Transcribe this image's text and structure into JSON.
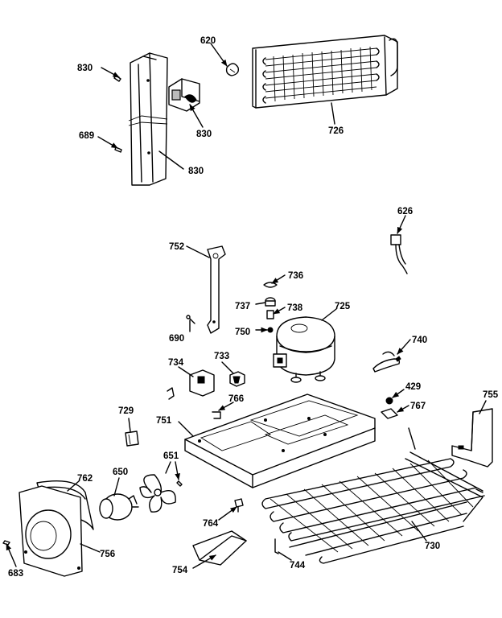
{
  "diagram": {
    "labels": {
      "p620": "620",
      "p830a": "830",
      "p830b": "830",
      "p830c": "830",
      "p689": "689",
      "p726": "726",
      "p626": "626",
      "p752": "752",
      "p736": "736",
      "p737": "737",
      "p738": "738",
      "p725": "725",
      "p690": "690",
      "p750": "750",
      "p740": "740",
      "p734": "734",
      "p733": "733",
      "p429": "429",
      "p767": "767",
      "p755": "755",
      "p766": "766",
      "p729": "729",
      "p751": "751",
      "p651": "651",
      "p762": "762",
      "p650": "650",
      "p764": "764",
      "p756": "756",
      "p730": "730",
      "p754": "754",
      "p744": "744",
      "p683": "683"
    }
  }
}
